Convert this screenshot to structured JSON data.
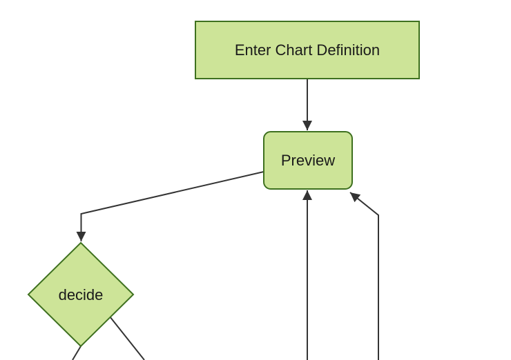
{
  "diagram": {
    "type": "flowchart",
    "direction": "top-down",
    "background": "#ffffff",
    "style": {
      "node_fill": "#cde498",
      "node_border": "#3e701f",
      "edge_color": "#333333",
      "text_color": "#1a1a1a"
    },
    "nodes": [
      {
        "id": "enter_chart_definition",
        "label": "Enter Chart Definition",
        "shape": "rectangle"
      },
      {
        "id": "preview",
        "label": "Preview",
        "shape": "rounded-rectangle"
      },
      {
        "id": "decide",
        "label": "decide",
        "shape": "diamond"
      }
    ],
    "edges": [
      {
        "from": "enter_chart_definition",
        "to": "preview",
        "arrow": true
      },
      {
        "from": "preview",
        "to": "decide",
        "arrow": true
      },
      {
        "from": "offscreen_bottom_left_line",
        "to": "preview",
        "arrow": true
      },
      {
        "from": "offscreen_bottom_right_line",
        "to": "preview",
        "arrow": true
      },
      {
        "from": "decide",
        "to": "offscreen_bottom_a",
        "arrow": false
      },
      {
        "from": "decide",
        "to": "offscreen_bottom_b",
        "arrow": false
      }
    ]
  }
}
